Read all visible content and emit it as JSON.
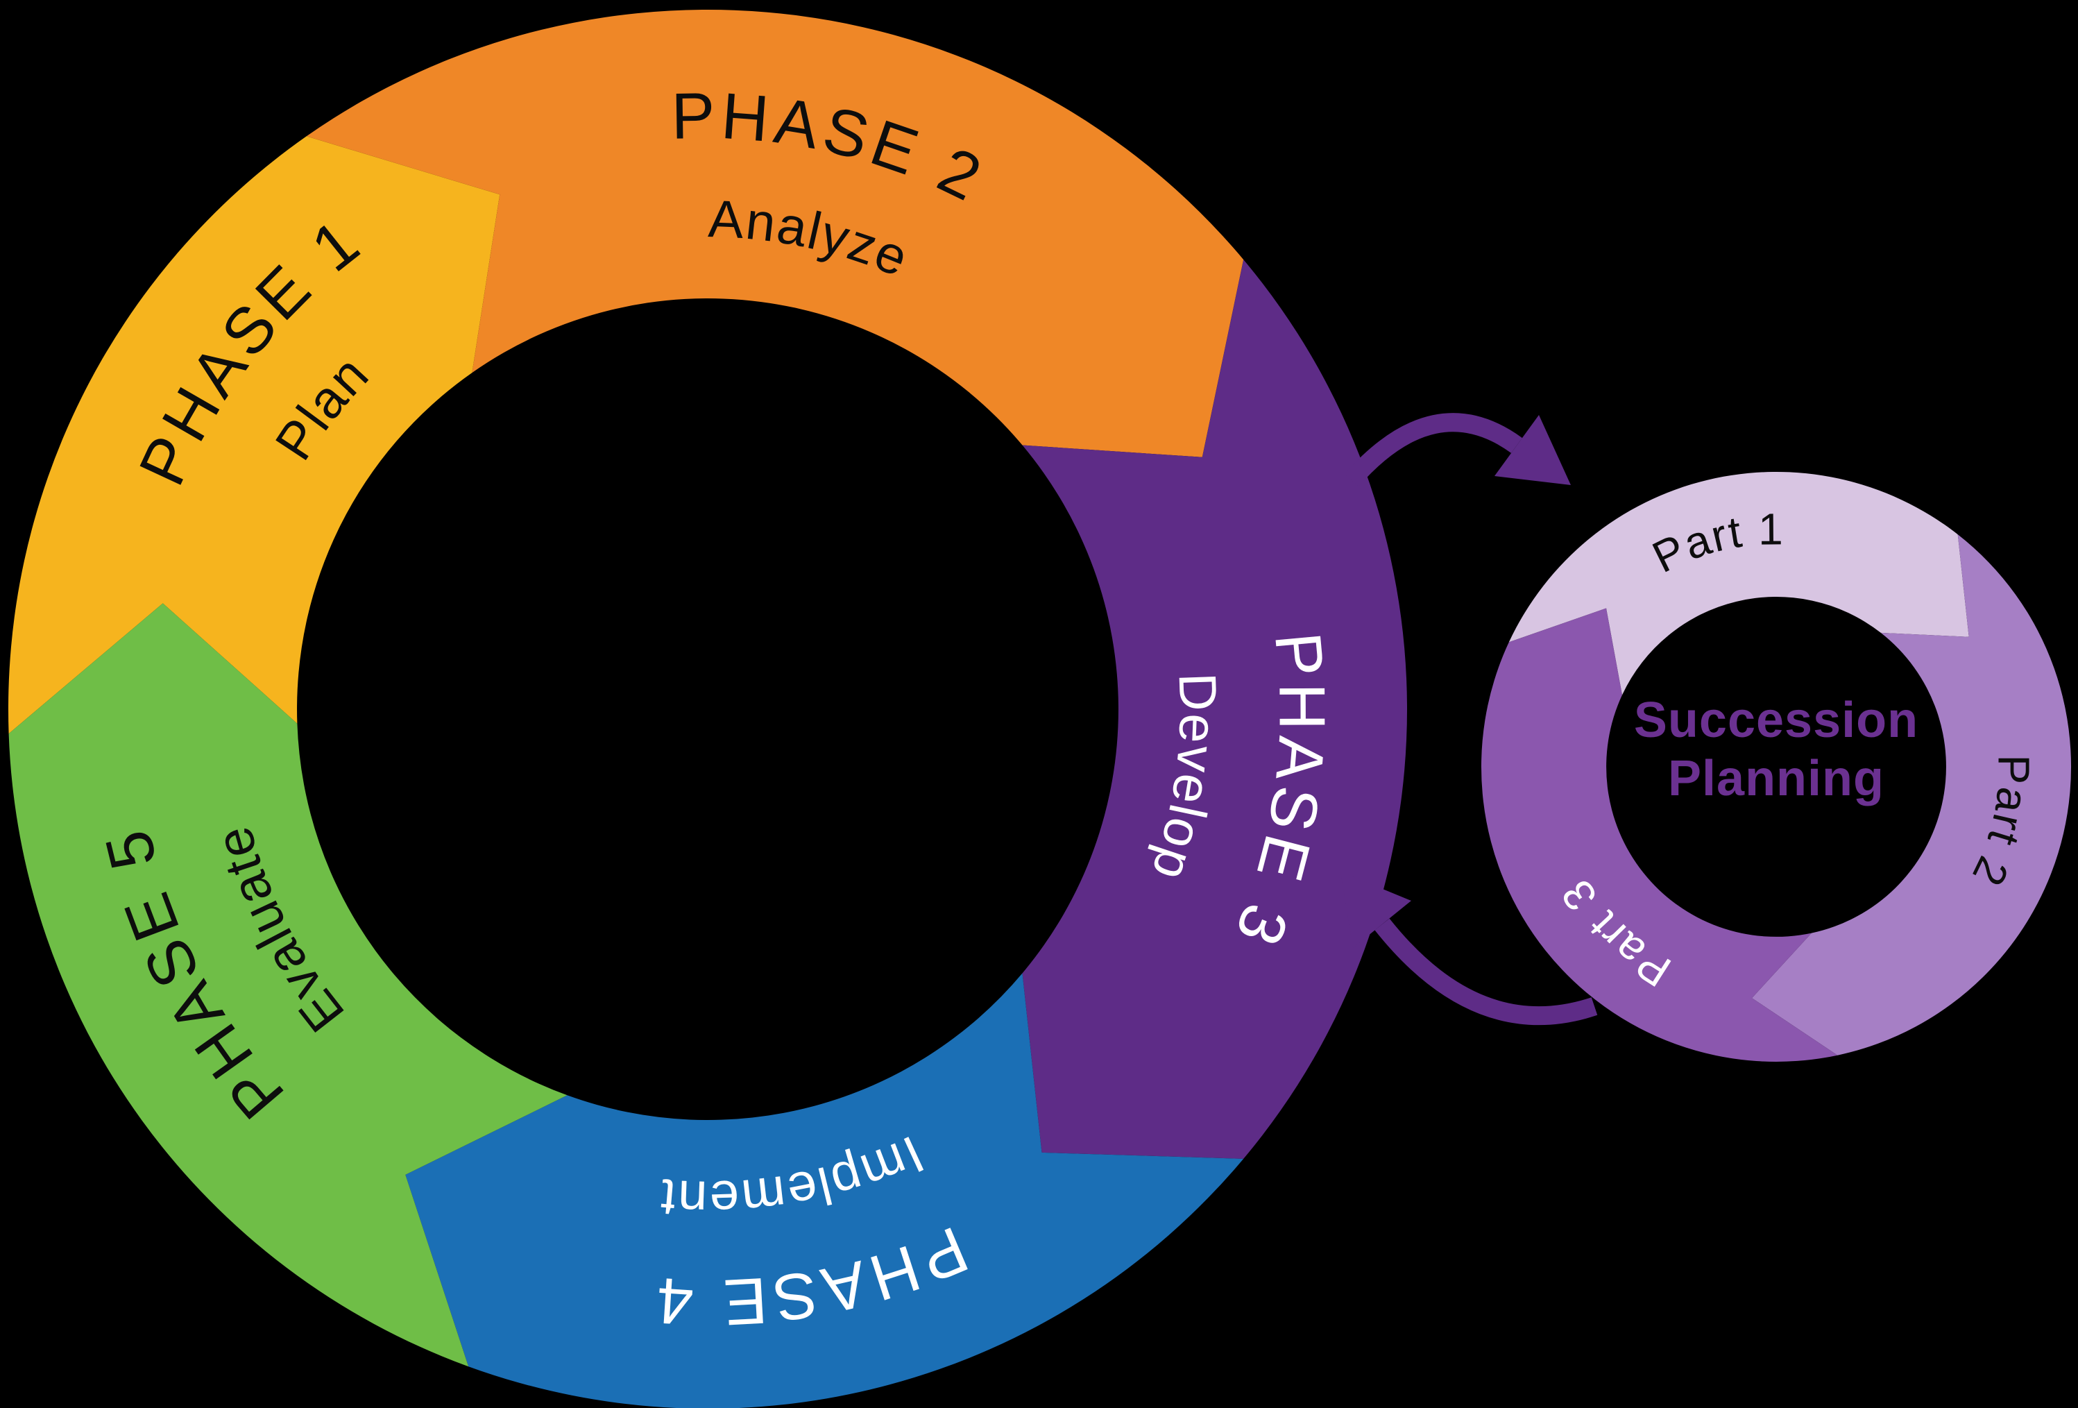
{
  "canvas": {
    "background": "#000000"
  },
  "main_cycle": {
    "phases": [
      {
        "id": "phase-1",
        "label": "PHASE 1",
        "sublabel": "Plan",
        "color": "#F6B41E",
        "text_color": "#0D0D0D",
        "start_angle": 268,
        "end_angle": 325,
        "label_angle": 308
      },
      {
        "id": "phase-2",
        "label": "PHASE 2",
        "sublabel": "Analyze",
        "color": "#EF8727",
        "text_color": "#0D0D0D",
        "start_angle": 325,
        "end_angle": 410,
        "label_angle": 372
      },
      {
        "id": "phase-3",
        "label": "PHASE 3",
        "sublabel": "Develop",
        "color": "#5E2C87",
        "text_color": "#FFFFFF",
        "start_angle": 50,
        "end_angle": 130,
        "label_angle": 98
      },
      {
        "id": "phase-4",
        "label": "PHASE 4",
        "sublabel": "Implement",
        "color": "#1B6FB5",
        "text_color": "#FFFFFF",
        "start_angle": 130,
        "end_angle": 200,
        "label_angle": 170
      },
      {
        "id": "phase-5",
        "label": "PHASE 5",
        "sublabel": "Evaluate",
        "color": "#6FBE47",
        "text_color": "#0D0D0D",
        "start_angle": 200,
        "end_angle": 268,
        "label_angle": 243
      }
    ]
  },
  "sub_cycle": {
    "parts": [
      {
        "id": "part-1",
        "label": "Part 1",
        "color": "#D8C5E2",
        "text_color": "#0D0D0D",
        "start_angle": 295,
        "end_angle": 398,
        "label_angle": 346
      },
      {
        "id": "part-2",
        "label": "Part 2",
        "color": "#A67FC5",
        "text_color": "#0D0D0D",
        "start_angle": 38,
        "end_angle": 168,
        "label_angle": 103
      },
      {
        "id": "part-3",
        "label": "Part 3",
        "color": "#8B57AE",
        "text_color": "#FFFFFF",
        "start_angle": 168,
        "end_angle": 295,
        "label_angle": 224
      }
    ],
    "center_title": {
      "line1": "Succession",
      "line2": "Planning",
      "color": "#6B3191"
    }
  },
  "connectors": {
    "color": "#5E2C87"
  }
}
